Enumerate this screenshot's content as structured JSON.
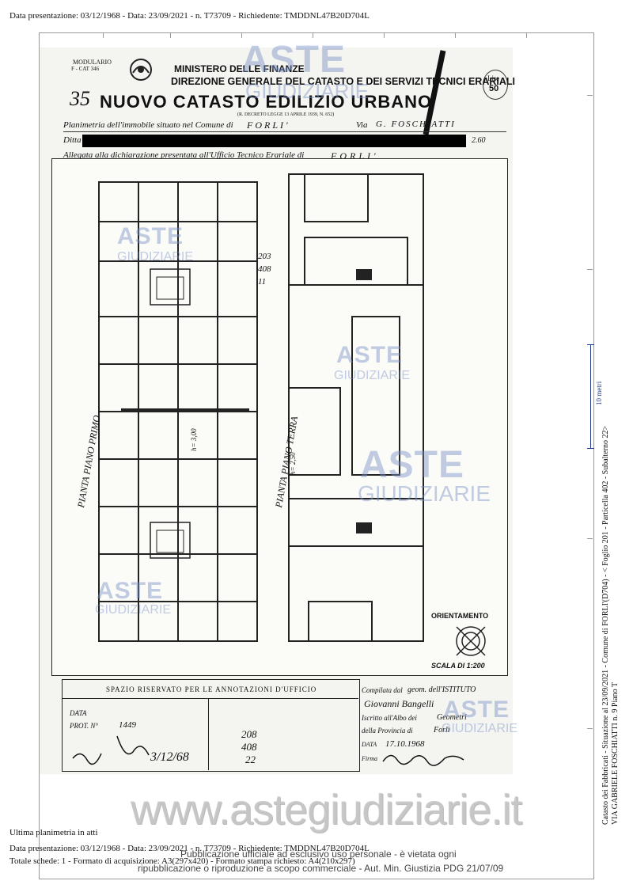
{
  "header": {
    "text": "Data presentazione: 03/12/1968 - Data: 23/09/2021 - n. T73709 - Richiedente: TMDDNL47B20D704L"
  },
  "scan": {
    "modulario": "MODULARIO",
    "modulario_code": "F - CAT 346",
    "ministry": "MINISTERO DELLE FINANZE",
    "direction": "DIREZIONE GENERALE DEL CATASTO E DEI SERVIZI TECNICI ERARIALI",
    "number": "35",
    "title": "NUOVO CATASTO EDILIZIO URBANO",
    "decree": "(R. DECRETO LEGGE 13 APRILE 1939, N. 652)",
    "lire_label": "Lire",
    "lire_value": "50",
    "planimetria_label": "Planimetria dell'immobile situato nel Comune di",
    "comune": "FORLI'",
    "via_label": "Via",
    "via": "G. FOSCHIATTI",
    "ditta_label": "Ditta",
    "ditta_suffix": "2.60",
    "allegata": "Allegata alla dichiarazione presentata all'Ufficio Tecnico Erariale di",
    "ufficio": "FORLI'",
    "plan_left_label": "PIANTA PIANO PRIMO",
    "plan_right_label": "PIANTA PIANO TERRA",
    "height_left": "h= 3,00",
    "height_right": "h= 2,50",
    "notes": [
      "203",
      "408",
      "11"
    ],
    "orientamento": "ORIENTAMENTO",
    "scala": "SCALA DI 1:200",
    "office_title": "SPAZIO RISERVATO PER LE ANNOTAZIONI D'UFFICIO",
    "data_label": "DATA",
    "prot_label": "PROT. N°",
    "prot_value": "1449",
    "handwritten_date": "3/12/68",
    "office_numbers": [
      "208",
      "408",
      "22"
    ],
    "compilata_label": "Compilata dal",
    "compilata_value": "geom. dell'ISTITUTO",
    "compilata_name": "Giovanni Bangelli",
    "iscritto_label": "Iscritto all'Albo dei",
    "iscritto_value": "Geometri",
    "provincia_label": "della Provincia di",
    "provincia_value": "Forlì",
    "data2_label": "DATA",
    "data2_value": "17.10.1968",
    "firma_label": "Firma"
  },
  "side": {
    "line1": "Catasto dei Fabbricati - Situazione al 23/09/2021 - Comune di FORLI'(D704) - < Foglio 201 - Particella 402 - Subalterno 22>",
    "line2": "VIA GABRIELE FOSCHIATTI n. 9 Piano T",
    "scale_label": "10 metri"
  },
  "watermark": {
    "aste": "ASTE",
    "giudiziarie": "GIUDIZIARIE",
    "url": "www.astegiudiziarie.it",
    "notice_line1": "Pubblicazione ufficiale ad esclusivo uso personale - è vietata ogni",
    "notice_line2": "ripubblicazione o riproduzione a scopo commerciale - Aut. Min. Giustizia PDG 21/07/09"
  },
  "footer": {
    "ultima": "Ultima planimetria in atti",
    "line1": "Data presentazione: 03/12/1968 - Data: 23/09/2021 - n. T73709 - Richiedente: TMDDNL47B20D704L",
    "line2": "Totale schede: 1 - Formato di acquisizione: A3(297x420) - Formato stampa richiesto: A4(210x297)"
  }
}
